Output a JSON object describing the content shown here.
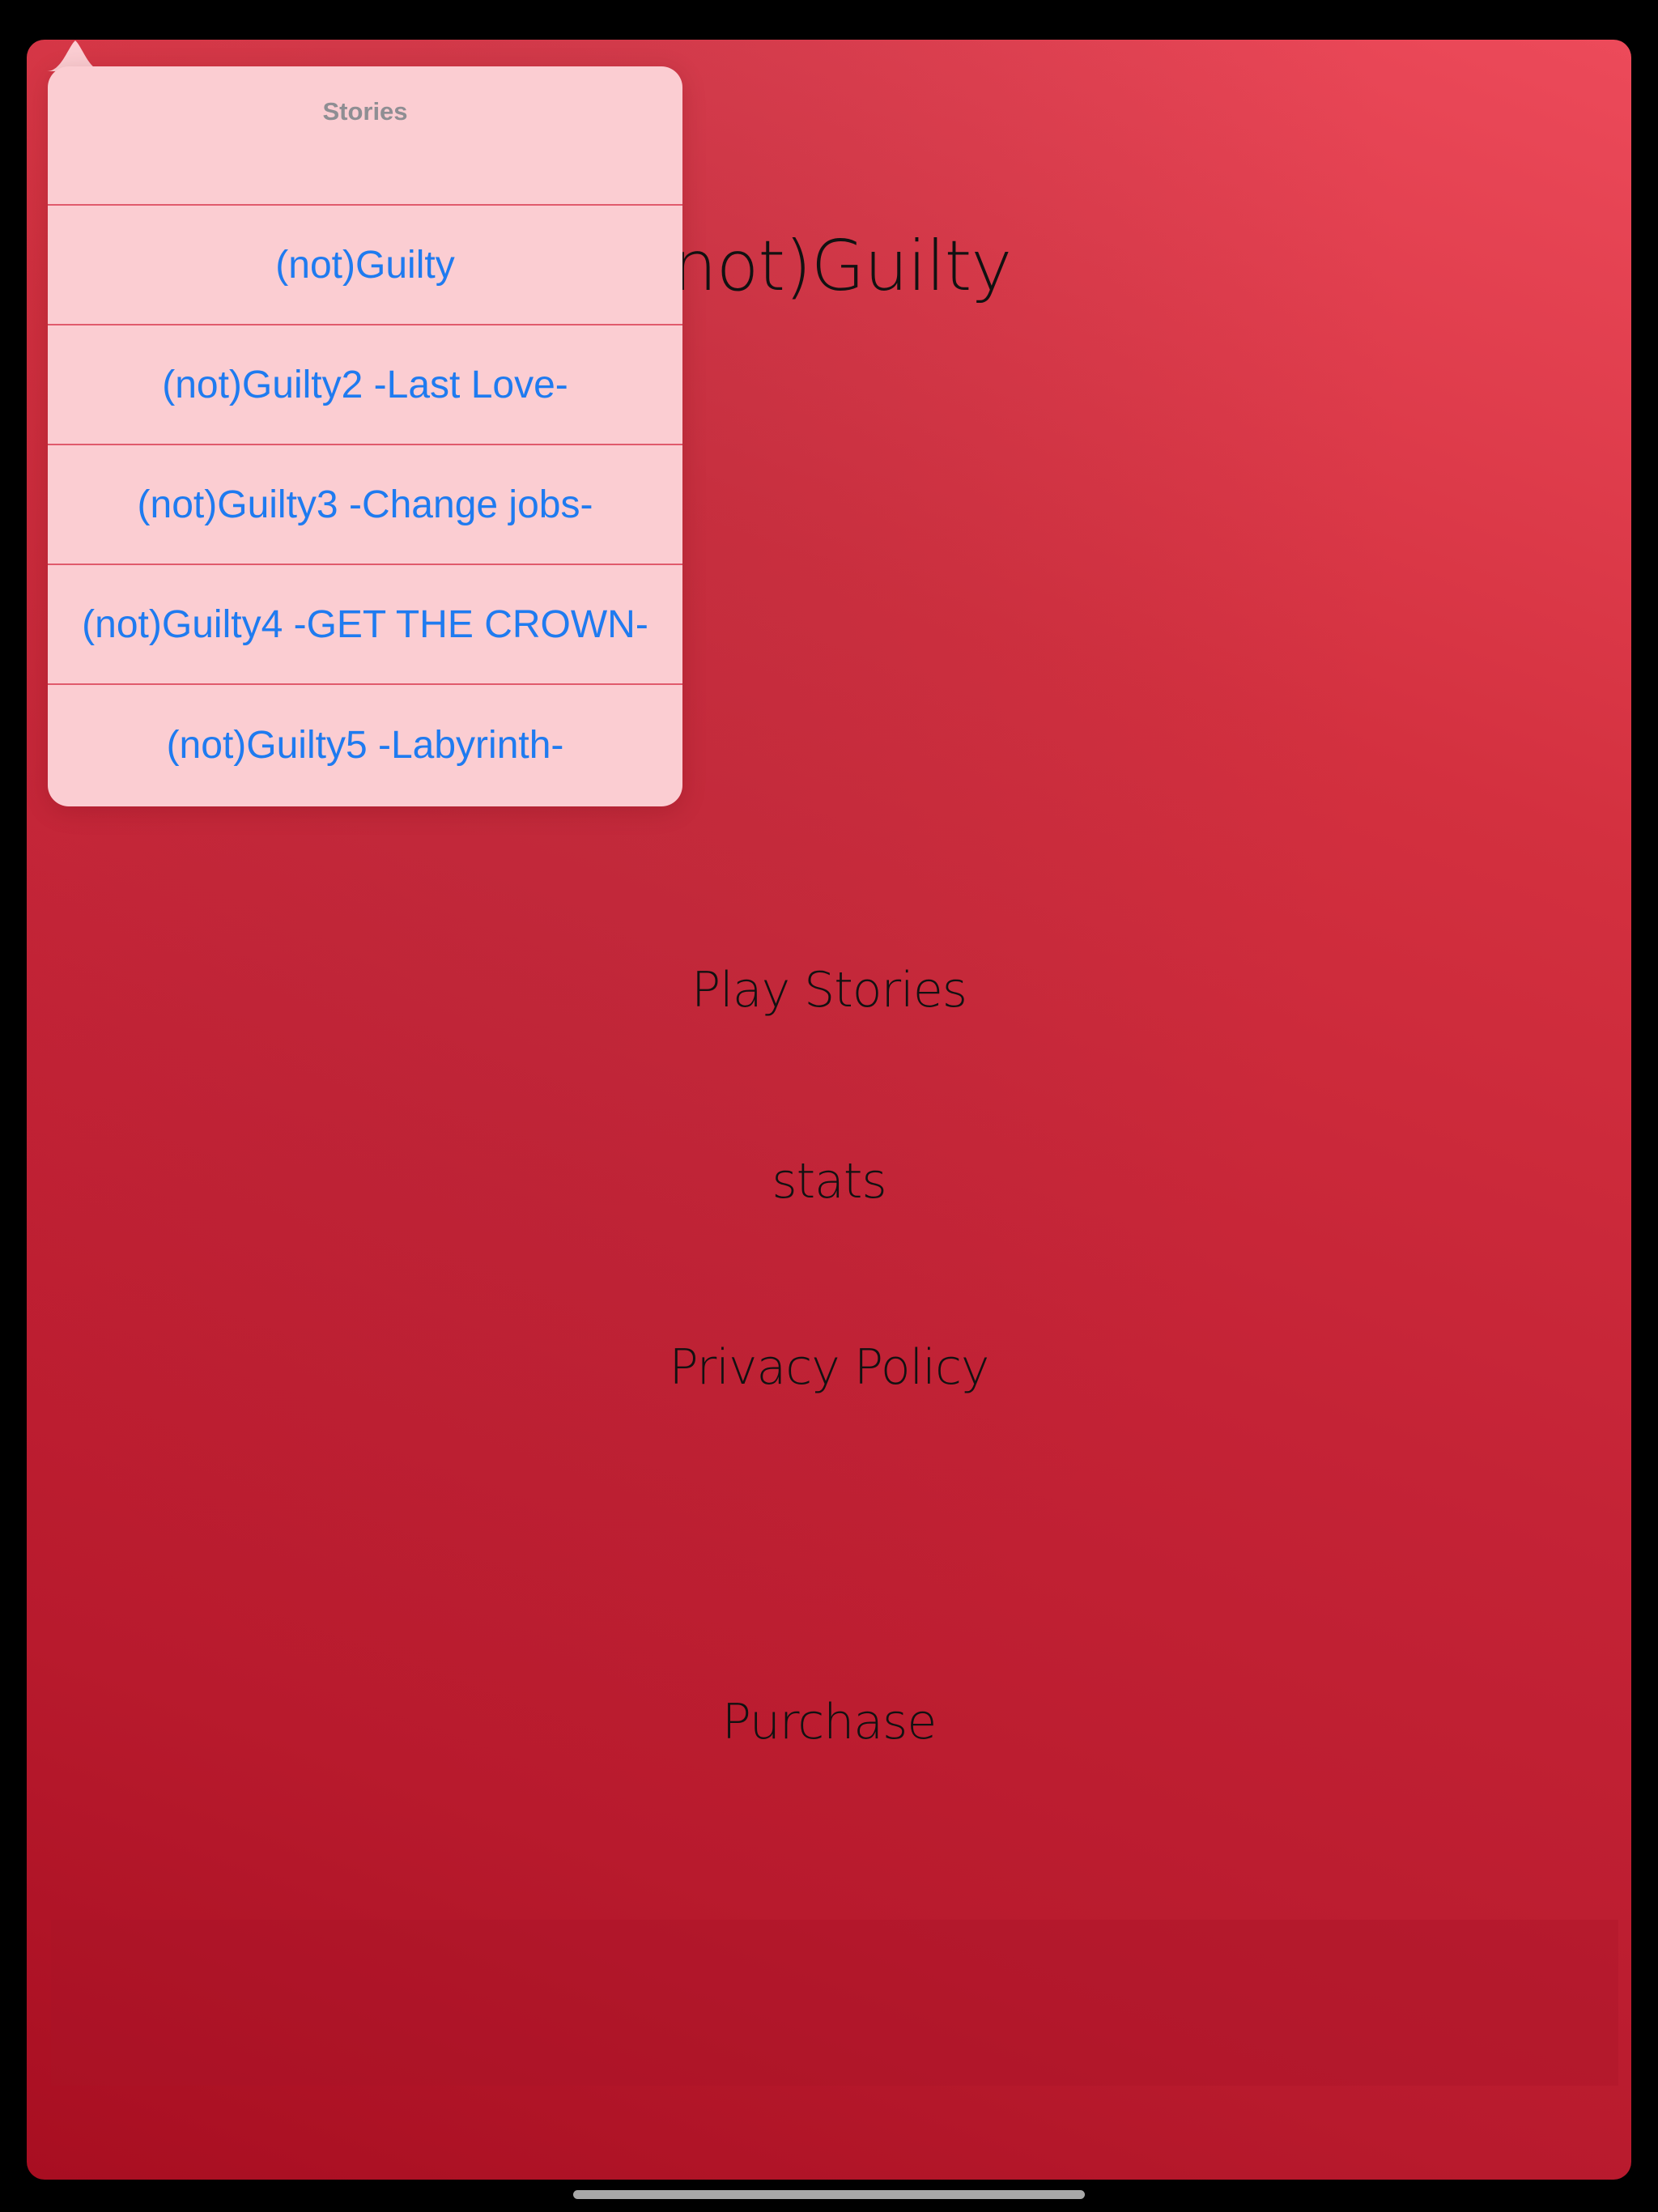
{
  "app": {
    "title": "(not)Guilty",
    "menu": {
      "play_stories": "Play Stories",
      "stats": "stats",
      "privacy_policy": "Privacy Policy",
      "purchase": "Purchase"
    }
  },
  "stories_popover": {
    "title": "Stories",
    "items": [
      "(not)Guilty",
      "(not)Guilty2 -Last Love-",
      "(not)Guilty3 -Change jobs-",
      "(not)Guilty4 -GET THE CROWN-",
      "(not)Guilty5 -Labyrinth-"
    ]
  },
  "colors": {
    "background_top": "#ec4a5a",
    "background_bottom": "#a80e21",
    "popover_background": "#fbcdd2",
    "popover_item_text": "#1f7bf0",
    "popover_title_text": "#8e8e93",
    "menu_text": "#111111"
  }
}
